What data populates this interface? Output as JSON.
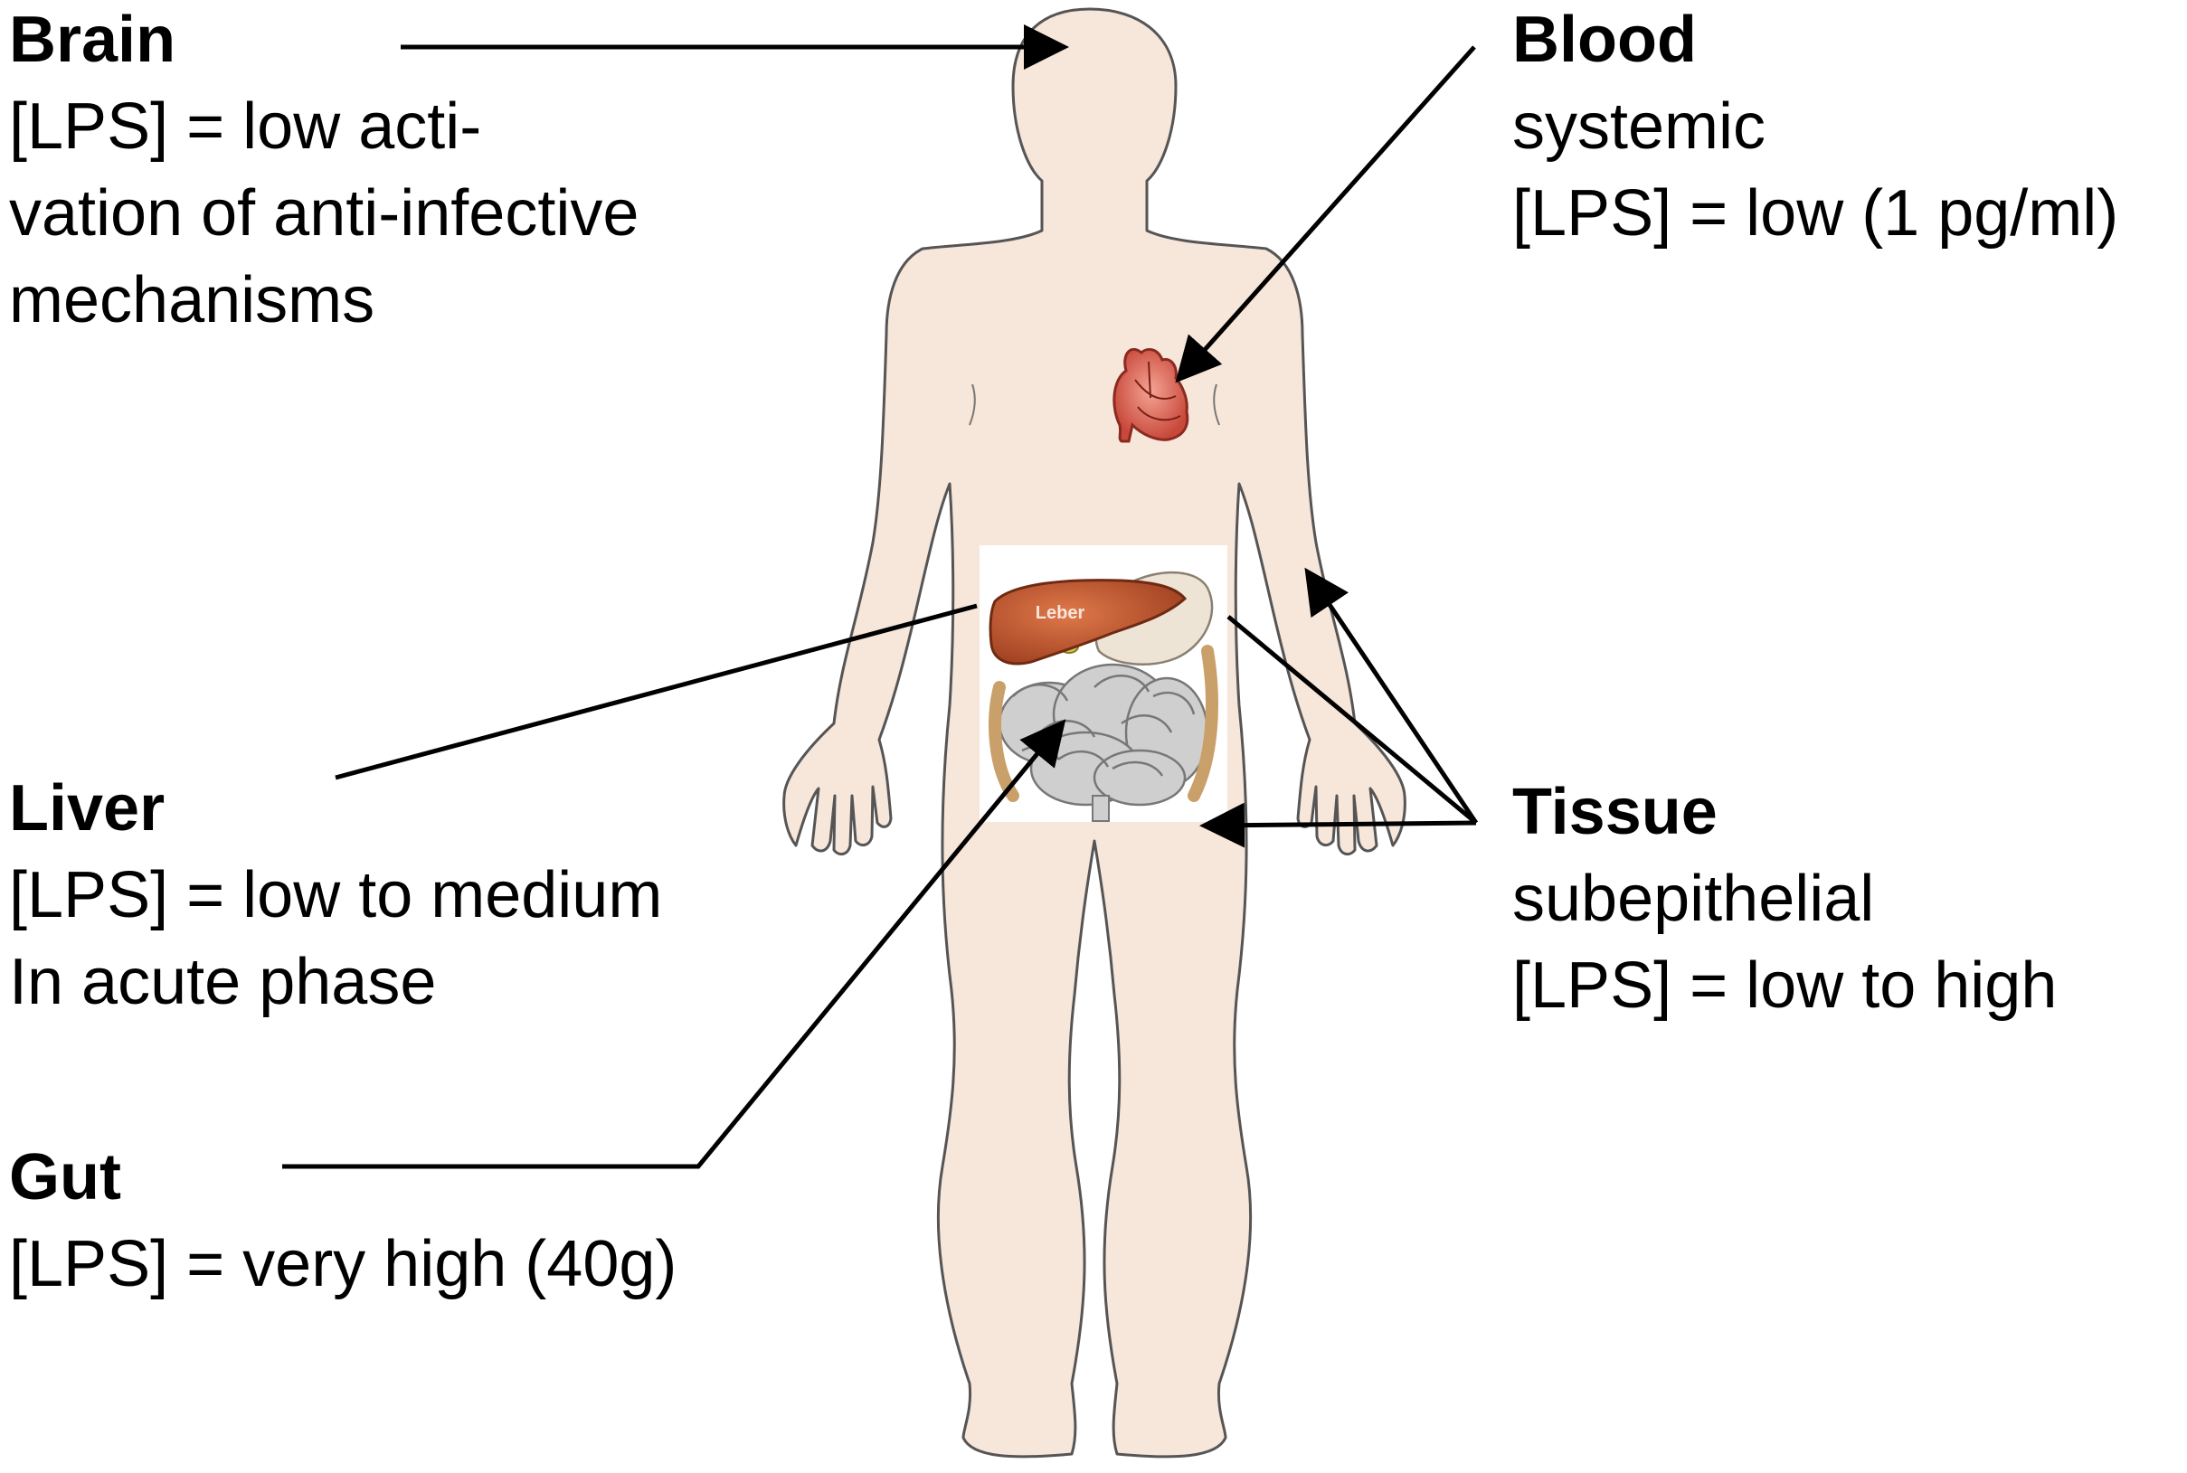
{
  "labels": {
    "brain": {
      "heading": "Brain",
      "lines": [
        "[LPS] = low acti-",
        "vation of anti-infective",
        "mechanisms"
      ]
    },
    "blood": {
      "heading": "Blood",
      "lines": [
        "systemic",
        "[LPS] = low (1 pg/ml)"
      ]
    },
    "liver": {
      "heading": "Liver",
      "lines": [
        "[LPS] = low to medium",
        "In acute phase"
      ]
    },
    "tissue": {
      "heading": "Tissue",
      "lines": [
        "subepithelial",
        "[LPS] = low to high"
      ]
    },
    "gut": {
      "heading": "Gut",
      "lines": [
        "[LPS] = very high (40g)"
      ]
    }
  },
  "organ_text": {
    "liver_tag": "Leber"
  },
  "colors": {
    "skin": "#f7e6da",
    "skin_outline": "#555555",
    "heart": "#e8705e",
    "liver": "#c0562f",
    "intestine": "#c9c9c9",
    "arrow": "#000000"
  }
}
